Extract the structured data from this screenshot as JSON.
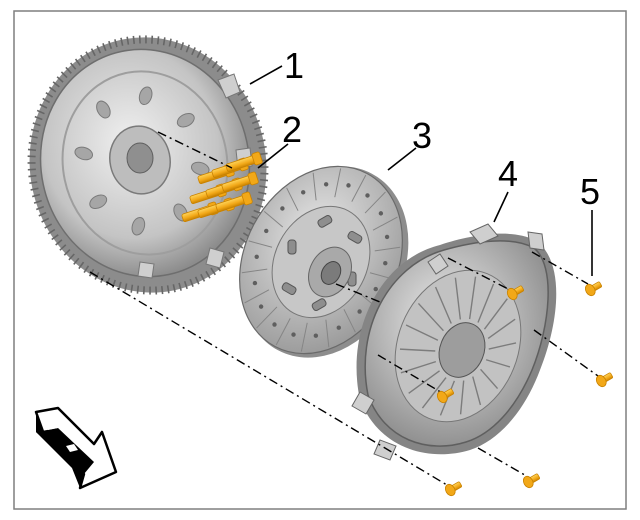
{
  "diagram": {
    "callouts": [
      {
        "id": "1",
        "label": "1"
      },
      {
        "id": "2",
        "label": "2"
      },
      {
        "id": "3",
        "label": "3"
      },
      {
        "id": "4",
        "label": "4"
      },
      {
        "id": "5",
        "label": "5"
      }
    ],
    "colors": {
      "metal_light": "#d9d9d9",
      "metal_mid": "#b3b3b3",
      "metal_dark": "#7a7a7a",
      "friction": "#a8a8a8",
      "bolt": "#f2a818",
      "bolt_dark": "#c98200",
      "line": "#000000",
      "frame": "#7f7f7f"
    },
    "icons": {
      "direction": "front-direction-arrow-icon"
    }
  }
}
